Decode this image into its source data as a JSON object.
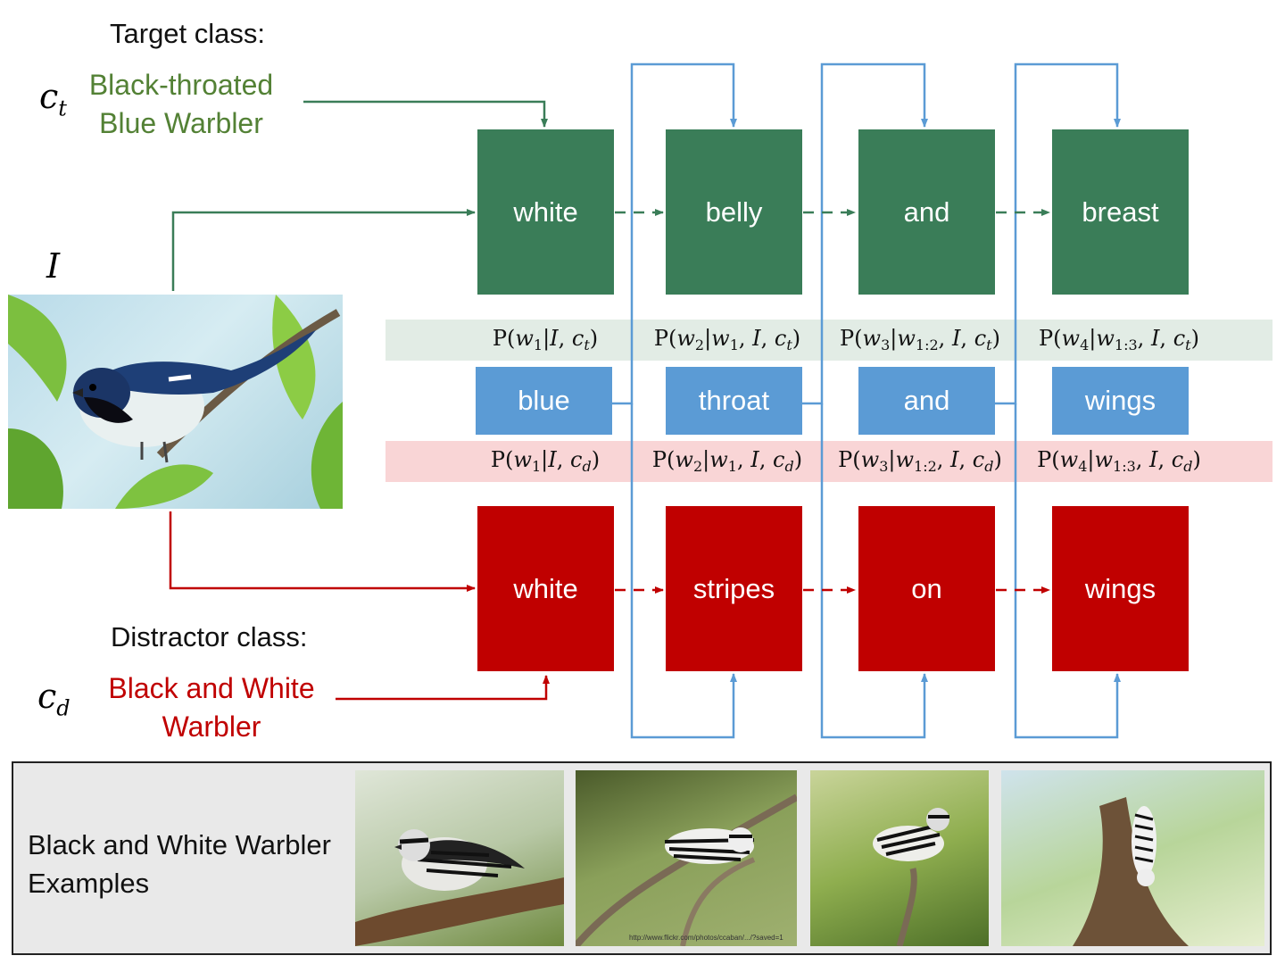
{
  "target": {
    "heading": "Target class:",
    "symbol": "c",
    "symbol_sub": "t",
    "name_line1": "Black-throated",
    "name_line2": "Blue Warbler",
    "color": "#538135"
  },
  "image_symbol": "I",
  "distractor": {
    "heading": "Distractor class:",
    "symbol": "c",
    "symbol_sub": "d",
    "name_line1": "Black and White",
    "name_line2": "Warbler",
    "color": "#c00000"
  },
  "green_words": [
    "white",
    "belly",
    "and",
    "breast"
  ],
  "blue_words": [
    "blue",
    "throat",
    "and",
    "wings"
  ],
  "red_words": [
    "white",
    "stripes",
    "on",
    "wings"
  ],
  "probs_target": [
    {
      "w": "1",
      "cond": "I, c",
      "c": "t",
      "prefix": ""
    },
    {
      "w": "2",
      "cond": "I, c",
      "c": "t",
      "prefix": "w",
      "prefix_sub": "1"
    },
    {
      "w": "3",
      "cond": "I, c",
      "c": "t",
      "prefix": "w",
      "prefix_sub": "1:2"
    },
    {
      "w": "4",
      "cond": "I, c",
      "c": "t",
      "prefix": "w",
      "prefix_sub": "1:3"
    }
  ],
  "probs_distractor": [
    {
      "w": "1",
      "cond": "I, c",
      "c": "d",
      "prefix": ""
    },
    {
      "w": "2",
      "cond": "I, c",
      "c": "d",
      "prefix": "w",
      "prefix_sub": "1"
    },
    {
      "w": "3",
      "cond": "I, c",
      "c": "d",
      "prefix": "w",
      "prefix_sub": "1:2"
    },
    {
      "w": "4",
      "cond": "I, c",
      "c": "d",
      "prefix": "w",
      "prefix_sub": "1:3"
    }
  ],
  "examples": {
    "label_line1": "Black and White Warbler",
    "label_line2": "Examples",
    "watermark": "http://www.flickr.com/photos/ccaban/.../?saved=1"
  },
  "colors": {
    "green_box": "#3a7d58",
    "red_box": "#c00000",
    "blue_box": "#5b9bd5",
    "green_band": "#e2ece5",
    "red_band": "#f9d5d6",
    "blue_wire": "#5b9bd5"
  }
}
